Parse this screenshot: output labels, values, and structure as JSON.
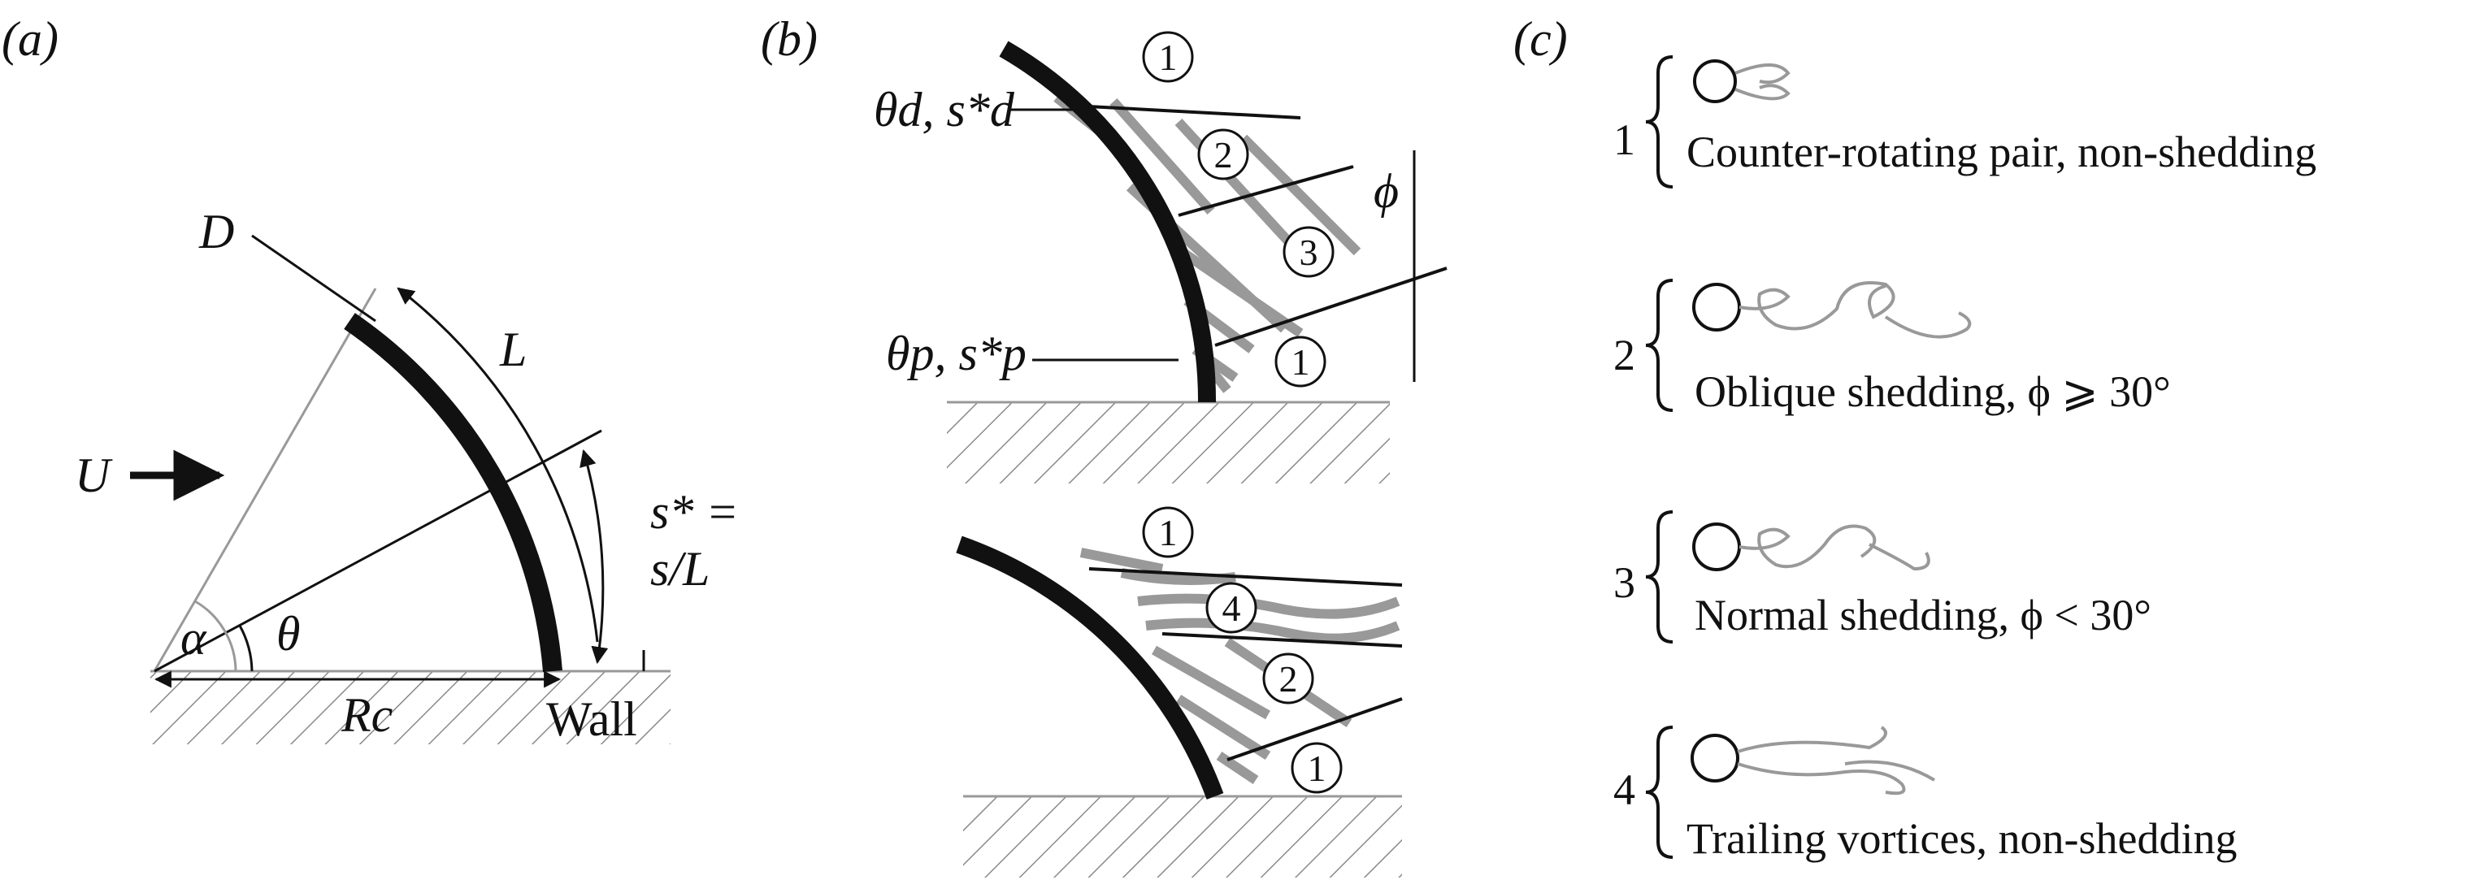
{
  "panels": {
    "a": {
      "tag": "(a)",
      "labels": {
        "D": "D",
        "L": "L",
        "U": "U",
        "alpha": "α",
        "theta": "θ",
        "Rc": "Rc",
        "wall": "Wall",
        "s_star_line1": "s* =",
        "s_star_line2": "s/L"
      }
    },
    "b": {
      "tag": "(b)",
      "labels": {
        "theta_d": "θd, s*d",
        "theta_p": "θp, s*p",
        "phi": "ϕ"
      },
      "top_regions": [
        "1",
        "2",
        "3",
        "1"
      ],
      "bottom_regions": [
        "1",
        "4",
        "2",
        "1"
      ]
    },
    "c": {
      "tag": "(c)",
      "regimes": [
        {
          "number": "1",
          "text": "Counter-rotating pair, non-shedding"
        },
        {
          "number": "2",
          "text": "Oblique shedding, ϕ ⩾ 30°"
        },
        {
          "number": "3",
          "text": "Normal shedding, ϕ < 30°"
        },
        {
          "number": "4",
          "text": "Trailing vortices, non-shedding"
        }
      ]
    }
  },
  "colors": {
    "ink": "#111111",
    "grey": "#999999",
    "hatch": "#8a8a8a"
  }
}
